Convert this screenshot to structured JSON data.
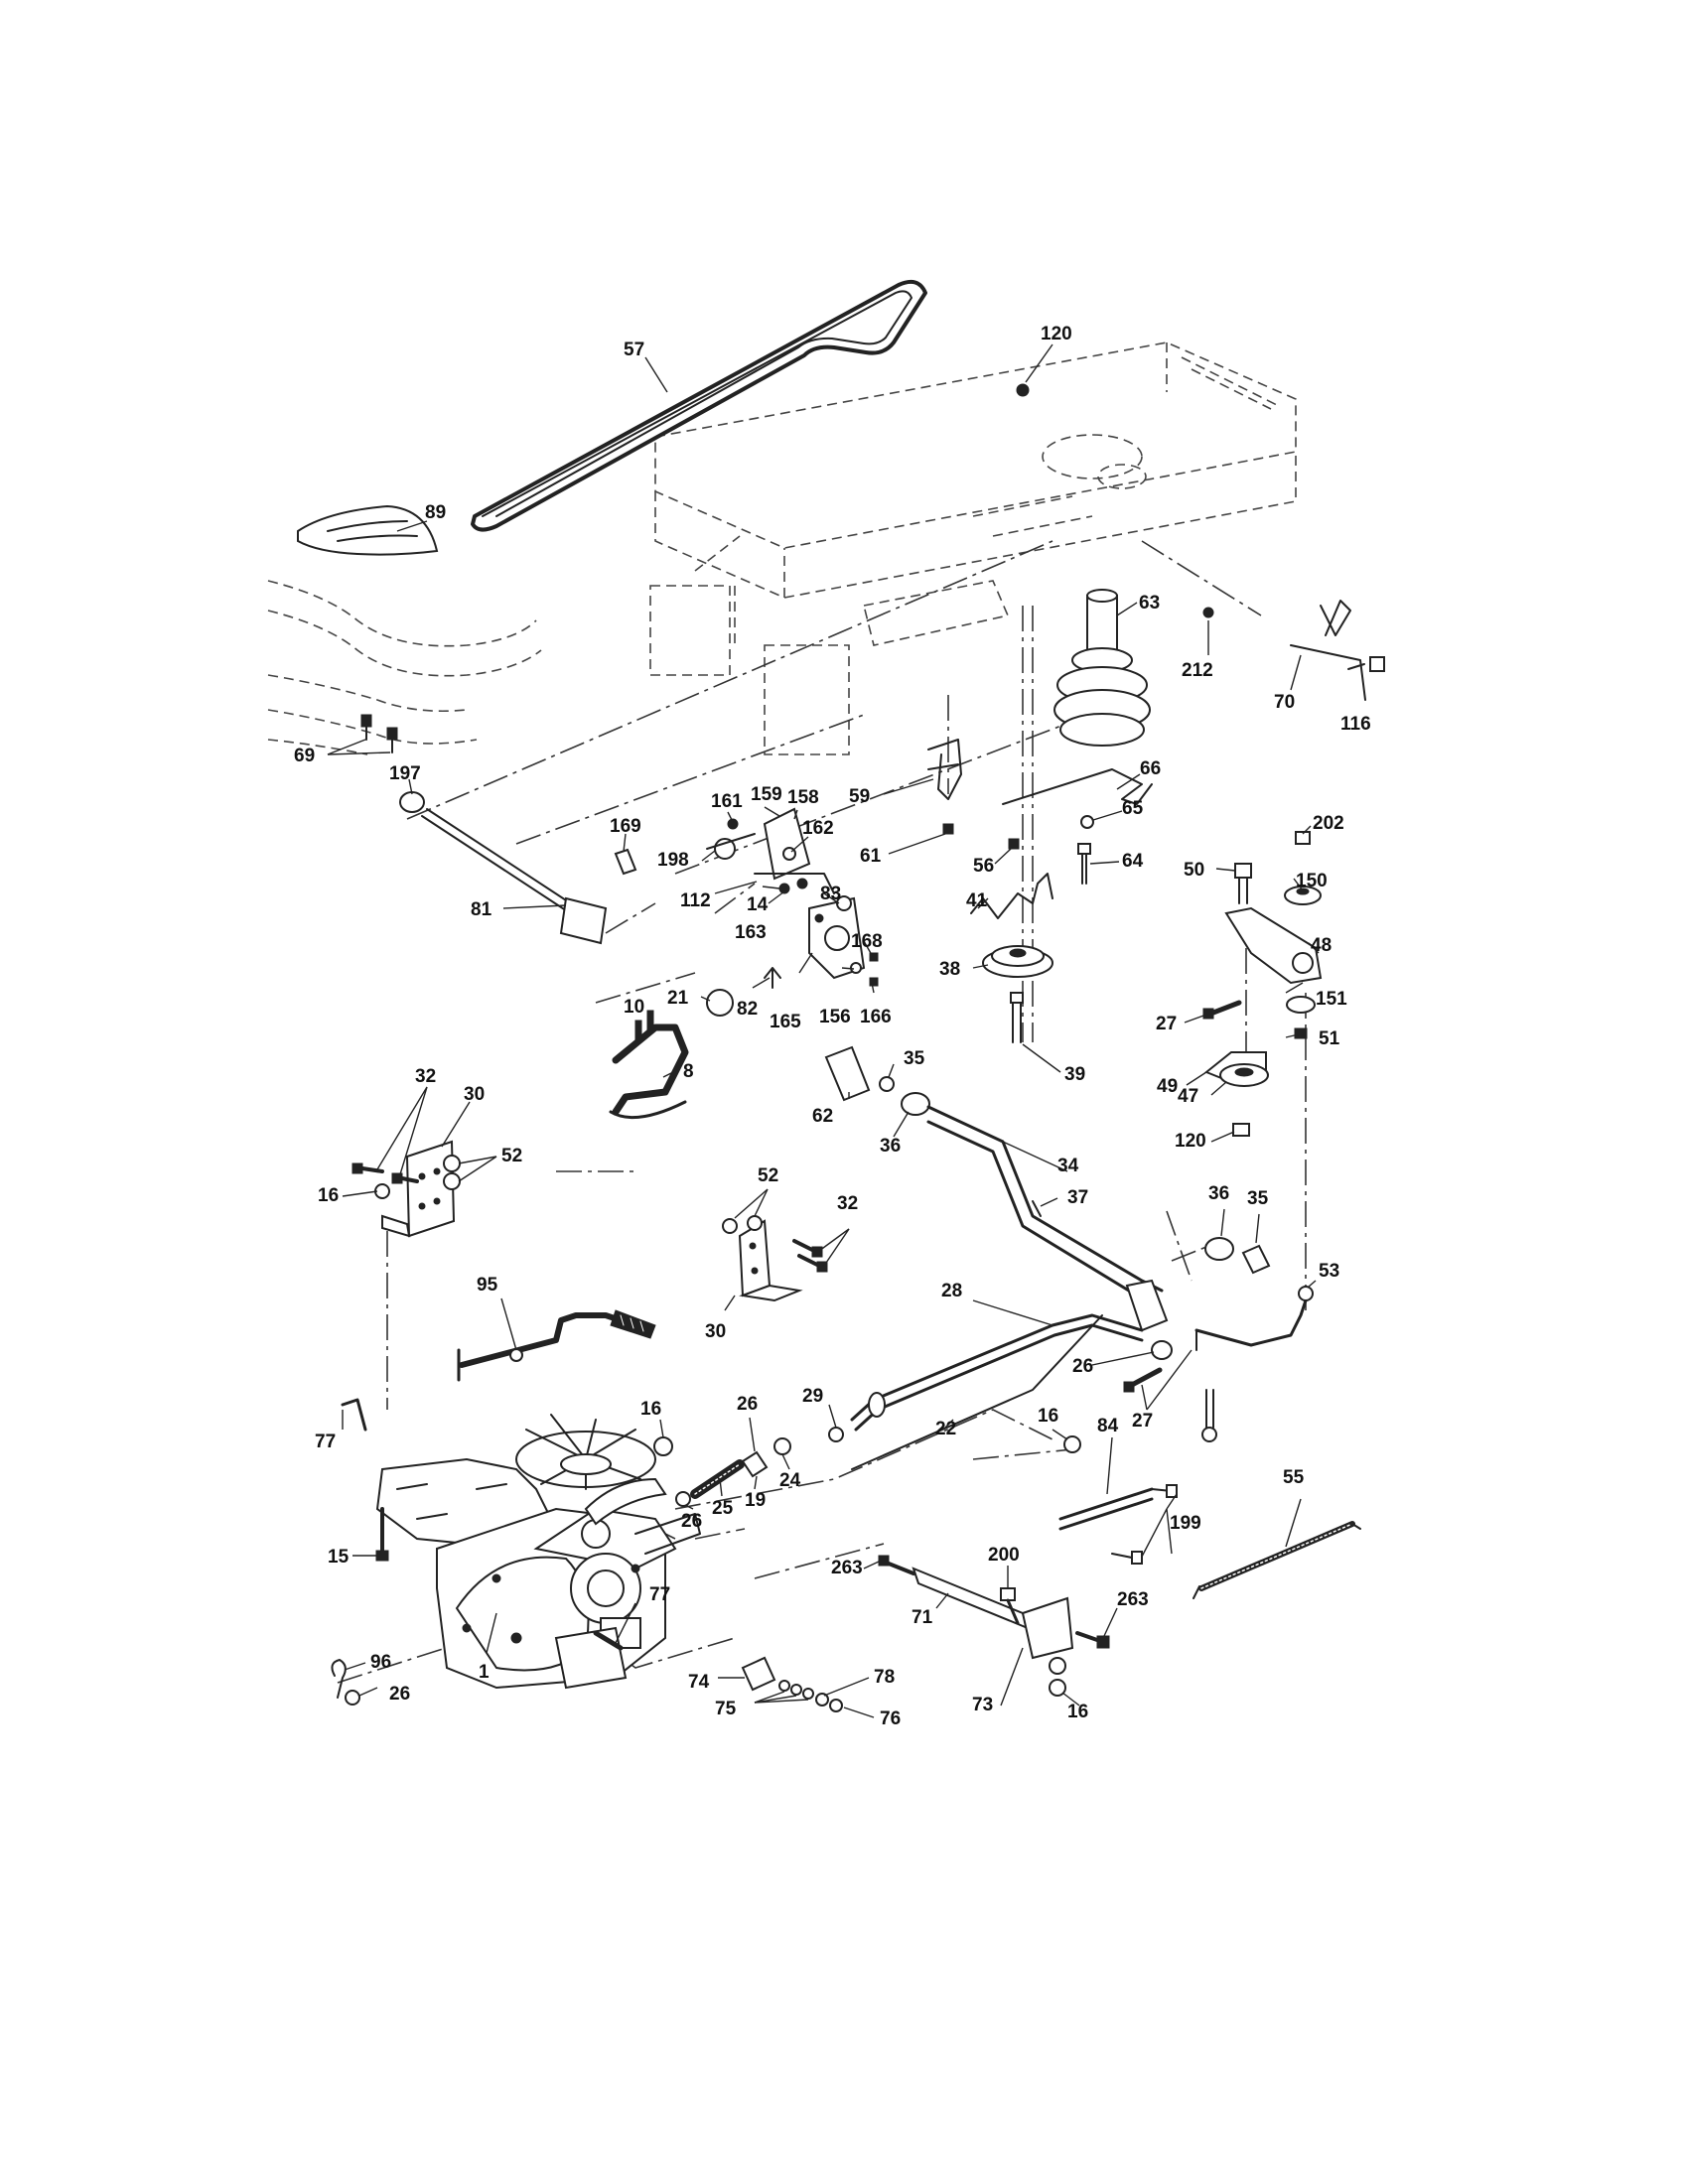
{
  "diagram": {
    "labels": {
      "p57": "57",
      "p120a": "120",
      "p89": "89",
      "p63": "63",
      "p212": "212",
      "p70": "70",
      "p116": "116",
      "p69": "69",
      "p197": "197",
      "p161": "161",
      "p159": "159",
      "p158": "158",
      "p169": "169",
      "p162": "162",
      "p198": "198",
      "p59": "59",
      "p66": "66",
      "p65": "65",
      "p202": "202",
      "p150": "150",
      "p50": "50",
      "p61": "61",
      "p56": "56",
      "p64": "64",
      "p41": "41",
      "p81": "81",
      "p112": "112",
      "p14": "14",
      "p83": "83",
      "p163": "163",
      "p168": "168",
      "p48": "48",
      "p21": "21",
      "p38": "38",
      "p10": "10",
      "p82": "82",
      "p165": "165",
      "p156": "156",
      "p166": "166",
      "p27a": "27",
      "p151": "151",
      "p51": "51",
      "p39": "39",
      "p49": "49",
      "p8": "8",
      "p35a": "35",
      "p47": "47",
      "p62": "62",
      "p36a": "36",
      "p120b": "120",
      "p32a": "32",
      "p30a": "30",
      "p34": "34",
      "p52a": "52",
      "p37": "37",
      "p16a": "16",
      "p36b": "36",
      "p35b": "35",
      "p52b": "52",
      "p32b": "32",
      "p53": "53",
      "p95": "95",
      "p28": "28",
      "p30b": "30",
      "p26a": "26",
      "p27b": "27",
      "p29": "29",
      "p16b": "16",
      "p26b": "26",
      "p22": "22",
      "p77a": "77",
      "p16c": "16",
      "p84": "84",
      "p24": "24",
      "p19": "19",
      "p25": "25",
      "p26c": "26",
      "p55": "55",
      "p199": "199",
      "p15": "15",
      "p200": "200",
      "p263a": "263",
      "p77b": "77",
      "p263b": "263",
      "p71": "71",
      "p96": "96",
      "p78": "78",
      "p1": "1",
      "p26d": "26",
      "p74": "74",
      "p76": "76",
      "p75": "75",
      "p73": "73",
      "p16d": "16"
    },
    "icons": [
      "drive-belt-icon",
      "pulley-icon",
      "transaxle-icon",
      "spring-icon",
      "fan-icon",
      "bolt-icon",
      "nut-icon",
      "washer-icon"
    ]
  }
}
